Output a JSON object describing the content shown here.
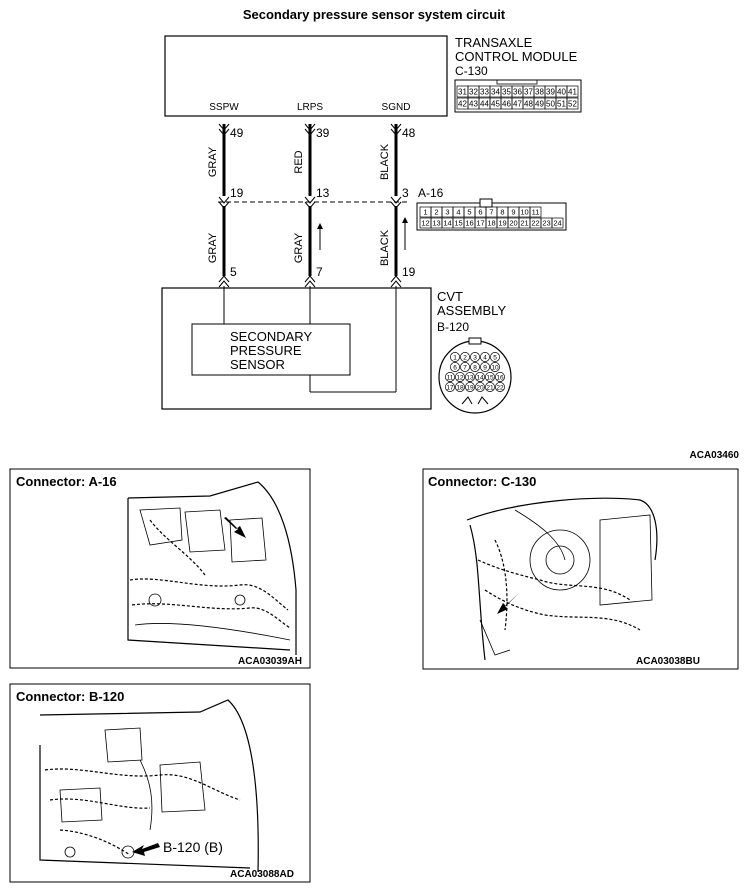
{
  "title": "Secondary pressure sensor system circuit",
  "tcm": {
    "name_line1": "TRANSAXLE",
    "name_line2": "CONTROL MODULE",
    "connector": "C-130",
    "signals": [
      "SSPW",
      "LRPS",
      "SGND"
    ],
    "pins_top": [
      "31",
      "32",
      "33",
      "34",
      "35",
      "36",
      "37",
      "38",
      "39",
      "40",
      "41"
    ],
    "pins_bottom": [
      "42",
      "43",
      "44",
      "45",
      "46",
      "47",
      "48",
      "49",
      "50",
      "51",
      "52"
    ]
  },
  "wires": [
    {
      "tcm_pin": "49",
      "upper_color": "GRAY",
      "a16_pin": "19",
      "lower_color": "GRAY",
      "cvt_pin": "5"
    },
    {
      "tcm_pin": "39",
      "upper_color": "RED",
      "a16_pin": "13",
      "lower_color": "GRAY",
      "cvt_pin": "7"
    },
    {
      "tcm_pin": "48",
      "upper_color": "BLACK",
      "a16_pin": "3",
      "lower_color": "BLACK",
      "cvt_pin": "19"
    }
  ],
  "a16": {
    "label": "A-16",
    "pins_top": [
      "1",
      "2",
      "3",
      "4",
      "5",
      "6",
      "7",
      "8",
      "9",
      "10",
      "11"
    ],
    "pins_bottom": [
      "12",
      "13",
      "14",
      "15",
      "16",
      "17",
      "18",
      "19",
      "20",
      "21",
      "22",
      "23",
      "24"
    ]
  },
  "cvt": {
    "name_line1": "CVT",
    "name_line2": "ASSEMBLY",
    "connector": "B-120",
    "pin_rows": [
      [
        "1",
        "2",
        "3",
        "4",
        "5"
      ],
      [
        "6",
        "7",
        "8",
        "9",
        "10"
      ],
      [
        "11",
        "12",
        "13",
        "14",
        "15",
        "16"
      ],
      [
        "17",
        "18",
        "19",
        "20",
        "21",
        "22"
      ]
    ]
  },
  "sensor": {
    "line1": "SECONDARY",
    "line2": "PRESSURE",
    "line3": "SENSOR"
  },
  "diagram_code": "ACA03460",
  "panels": [
    {
      "title": "Connector: A-16",
      "code": "ACA03039",
      "suffix": "AH"
    },
    {
      "title": "Connector: C-130",
      "code": "ACA03038",
      "suffix": "BU"
    },
    {
      "title": "Connector: B-120",
      "code": "ACA03088",
      "suffix": "AD",
      "callout": "B-120 (B)"
    }
  ]
}
